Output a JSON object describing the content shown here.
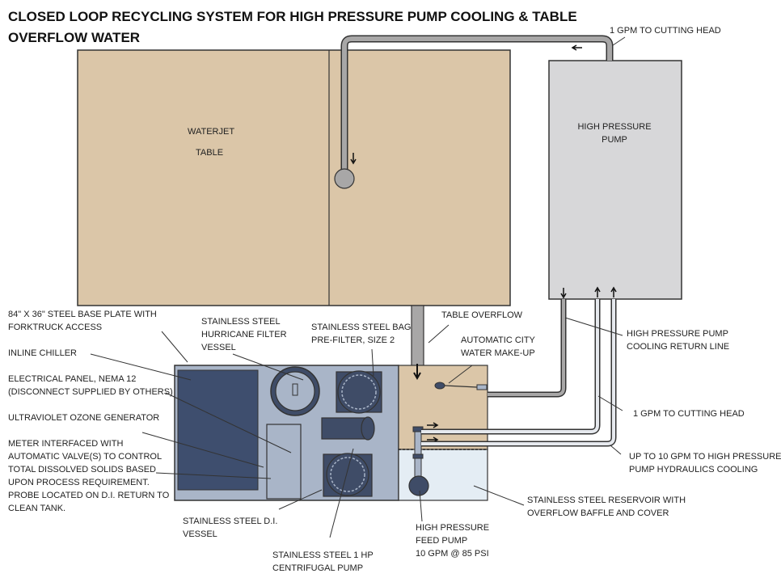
{
  "title": {
    "line1": "CLOSED LOOP RECYCLING SYSTEM FOR HIGH PRESSURE PUMP COOLING & TABLE",
    "line2": "OVERFLOW WATER"
  },
  "components": {
    "waterjet_table": {
      "line1": "WATERJET",
      "line2": "TABLE"
    },
    "hp_pump": {
      "line1": "HIGH PRESSURE",
      "line2": "PUMP"
    }
  },
  "callouts": {
    "gpm_top": "1 GPM TO CUTTING HEAD",
    "base_plate": {
      "line1": "84\" X 36\" STEEL  BASE PLATE WITH",
      "line2": "FORKTRUCK ACCESS"
    },
    "hurricane": {
      "line1": "STAINLESS STEEL",
      "line2": "HURRICANE FILTER",
      "line3": "VESSEL"
    },
    "bag_filter": {
      "line1": "STAINLESS STEEL BAG",
      "line2": "PRE-FILTER, SIZE 2"
    },
    "table_overflow": "TABLE OVERFLOW",
    "city_water": {
      "line1": "AUTOMATIC CITY",
      "line2": "WATER MAKE-UP"
    },
    "cooling_return": {
      "line1": "HIGH PRESSURE PUMP",
      "line2": "COOLING RETURN LINE"
    },
    "inline_chiller": "INLINE CHILLER",
    "electrical": {
      "line1": "ELECTRICAL PANEL, NEMA 12",
      "line2": "(DISCONNECT SUPPLIED BY OTHERS)"
    },
    "uv_ozone": "ULTRAVIOLET OZONE GENERATOR",
    "meter": {
      "line1": "METER INTERFACED  WITH",
      "line2": "AUTOMATIC VALVE(S) TO CONTROL",
      "line3": "TOTAL DISSOLVED SOLIDS BASED",
      "line4": "UPON PROCESS REQUIREMENT.",
      "line5": "PROBE LOCATED ON D.I. RETURN TO",
      "line6": "CLEAN TANK."
    },
    "gpm_mid": "1 GPM TO CUTTING  HEAD",
    "hydraulics": {
      "line1": "UP TO 10 GPM TO HIGH PRESSURE",
      "line2": "PUMP HYDRAULICS  COOLING"
    },
    "reservoir": {
      "line1": "STAINLESS STEEL RESERVOIR  WITH",
      "line2": "OVERFLOW BAFFLE AND COVER"
    },
    "di_vessel": {
      "line1": "STAINLESS STEEL D.I.",
      "line2": "VESSEL"
    },
    "feed_pump": {
      "line1": "HIGH PRESSURE",
      "line2": "FEED PUMP",
      "line3": "10 GPM @ 85 PSI"
    },
    "centrifugal": {
      "line1": "STAINLESS STEEL 1 HP",
      "line2": "CENTRIFUGAL  PUMP"
    }
  },
  "colors": {
    "table_fill": "#dbc6a8",
    "pump_fill": "#d7d7d9",
    "skid_fill": "#a9b5c8",
    "panel_fill": "#3e4e6e",
    "tank_fill": "#e4edf4",
    "pipe_fill": "#a8a7a7",
    "pipe_light": "#e6e9ee",
    "vessel_dark": "#3f4c67",
    "outline": "#333333"
  }
}
